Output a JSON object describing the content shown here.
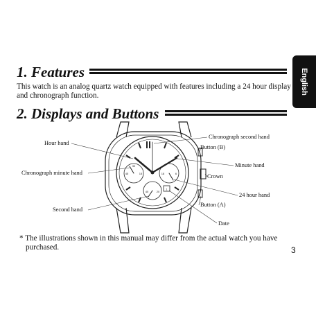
{
  "language_tab": "English",
  "section1": {
    "heading": "1. Features",
    "body": "This watch is an analog quartz watch equipped with features including a 24 hour display and chronograph function."
  },
  "section2": {
    "heading": "2. Displays and Buttons"
  },
  "labels": {
    "hour_hand": "Hour hand",
    "chrono_minute_hand": "Chronograph minute hand",
    "second_hand": "Second hand",
    "chrono_second_hand": "Chronograph second hand",
    "button_b": "Button (B)",
    "minute_hand": "Minute hand",
    "crown": "Crown",
    "hour24_hand": "24 hour hand",
    "button_a": "Button (A)",
    "date": "Date"
  },
  "dial": {
    "subdial_left_top": "30",
    "subdial_left_left": "45",
    "subdial_left_right": "15",
    "subdial_right_left": "18",
    "subdial_right_right": "6",
    "subdial_bottom_left": "40",
    "subdial_bottom_right": "20",
    "date_value": "1"
  },
  "note": "* The illustrations shown in this manual may differ from the actual watch you have purchased.",
  "page_number": "3"
}
